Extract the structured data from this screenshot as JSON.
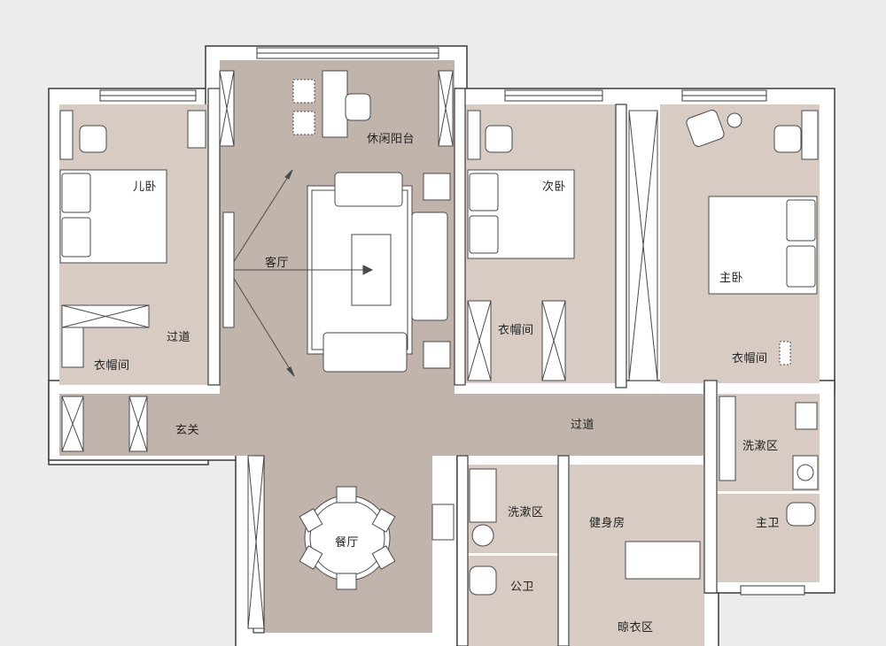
{
  "colors": {
    "background": "#ececec",
    "wall_fill": "#ffffff",
    "wall_stroke": "#3a3a3a",
    "room_pink": "#d7cbc3",
    "room_taupe": "#c1b4ac",
    "furniture_fill": "#ffffff",
    "line": "#4a4a4a"
  },
  "rooms": {
    "child_bedroom": "儿卧",
    "hallway_left": "过道",
    "closet_left": "衣帽间",
    "foyer": "玄关",
    "leisure_balcony": "休闲阳台",
    "living_room": "客厅",
    "second_bedroom": "次卧",
    "closet_second": "衣帽间",
    "master_bedroom": "主卧",
    "closet_master": "衣帽间",
    "hallway_main": "过道",
    "wash_area_master": "洗漱区",
    "master_bath": "主卫",
    "dining_room": "餐厅",
    "wash_area_public": "洗漱区",
    "public_bath": "公卫",
    "gym": "健身房",
    "laundry_area": "晾衣区"
  }
}
